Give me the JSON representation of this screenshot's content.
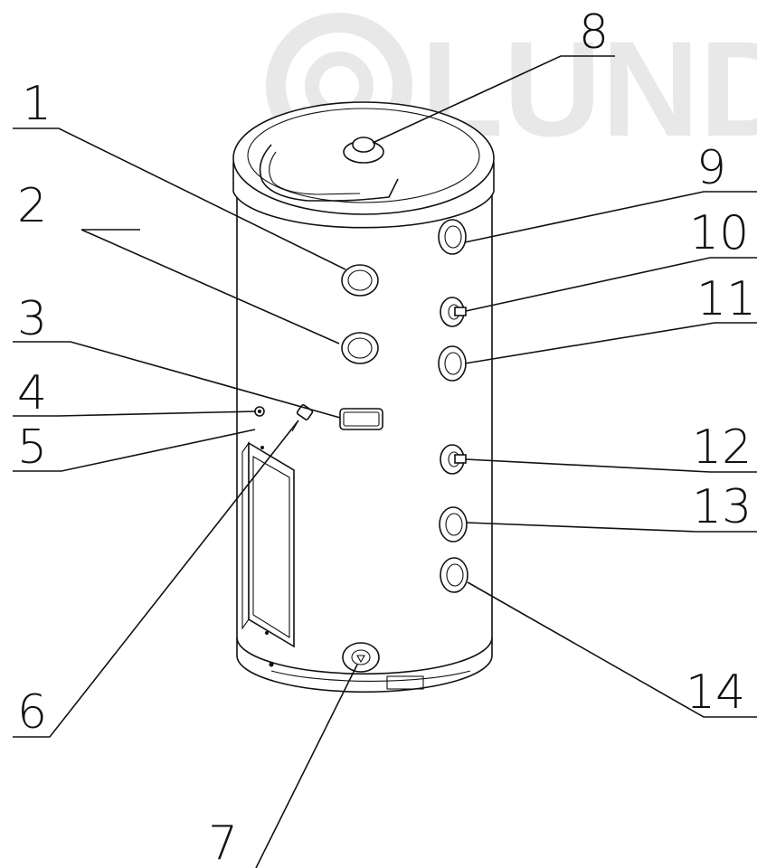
{
  "watermark": {
    "text": "LUND"
  },
  "callouts": [
    {
      "id": 1,
      "label": "1"
    },
    {
      "id": 2,
      "label": "2"
    },
    {
      "id": 3,
      "label": "3"
    },
    {
      "id": 4,
      "label": "4"
    },
    {
      "id": 5,
      "label": "5"
    },
    {
      "id": 6,
      "label": "6"
    },
    {
      "id": 7,
      "label": "7"
    },
    {
      "id": 8,
      "label": "8"
    },
    {
      "id": 9,
      "label": "9"
    },
    {
      "id": 10,
      "label": "10"
    },
    {
      "id": 11,
      "label": "11"
    },
    {
      "id": 12,
      "label": "12"
    },
    {
      "id": 13,
      "label": "13"
    },
    {
      "id": 14,
      "label": "14"
    }
  ]
}
